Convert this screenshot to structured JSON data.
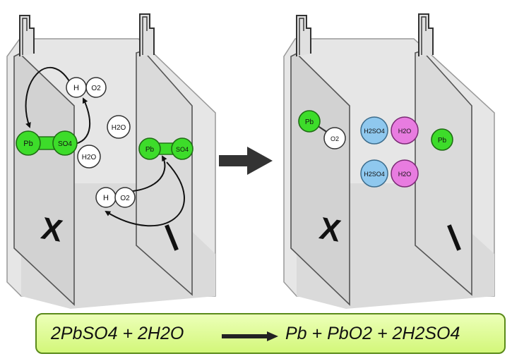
{
  "colors": {
    "lead": "#3ddc2a",
    "sulfuric_acid": "#8fc8ee",
    "water_product": "#e87ce0",
    "equation_bg": "#dcf98a"
  },
  "left_cell": {
    "plate_left_mark": "X",
    "plate_right_mark": "I",
    "molecules": {
      "pbso4_left": {
        "pb": "Pb",
        "so4": "SO4"
      },
      "pbso4_right": {
        "pb": "Pb",
        "so4": "SO4"
      },
      "ho2_top": {
        "h": "H",
        "o2": "O2"
      },
      "ho2_bottom": {
        "h": "H",
        "o2": "O2"
      },
      "water_1": "H2O",
      "water_2": "H2O"
    }
  },
  "right_cell": {
    "plate_left_mark": "X",
    "plate_right_mark": "I",
    "molecules": {
      "pbo2": {
        "pb": "Pb",
        "o2": "O2"
      },
      "pb": "Pb",
      "h2so4_1": "H2SO4",
      "h2so4_2": "H2SO4",
      "water_1": "H2O",
      "water_2": "H2O"
    }
  },
  "equation": {
    "left": "2PbSO4 + 2H2O",
    "right": "Pb + PbO2 + 2H2SO4"
  }
}
